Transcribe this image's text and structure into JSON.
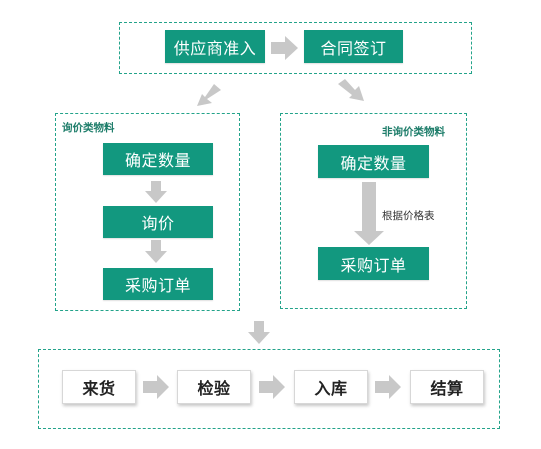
{
  "colors": {
    "teal": "#12987f",
    "dashed_border": "#23a38a",
    "arrow_gray": "#c8c8c8"
  },
  "top_group": {
    "supplier_admission": "供应商准入",
    "contract_signing": "合同签订"
  },
  "left_group": {
    "title": "询价类物料",
    "step_quantity": "确定数量",
    "step_inquiry": "询价",
    "step_purchase_order": "采购订单"
  },
  "right_group": {
    "title": "非询价类物料",
    "step_quantity": "确定数量",
    "edge_label": "根据价格表",
    "step_purchase_order": "采购订单"
  },
  "bottom_group": {
    "receiving": "来货",
    "inspection": "检验",
    "warehousing": "入库",
    "settlement": "结算"
  }
}
